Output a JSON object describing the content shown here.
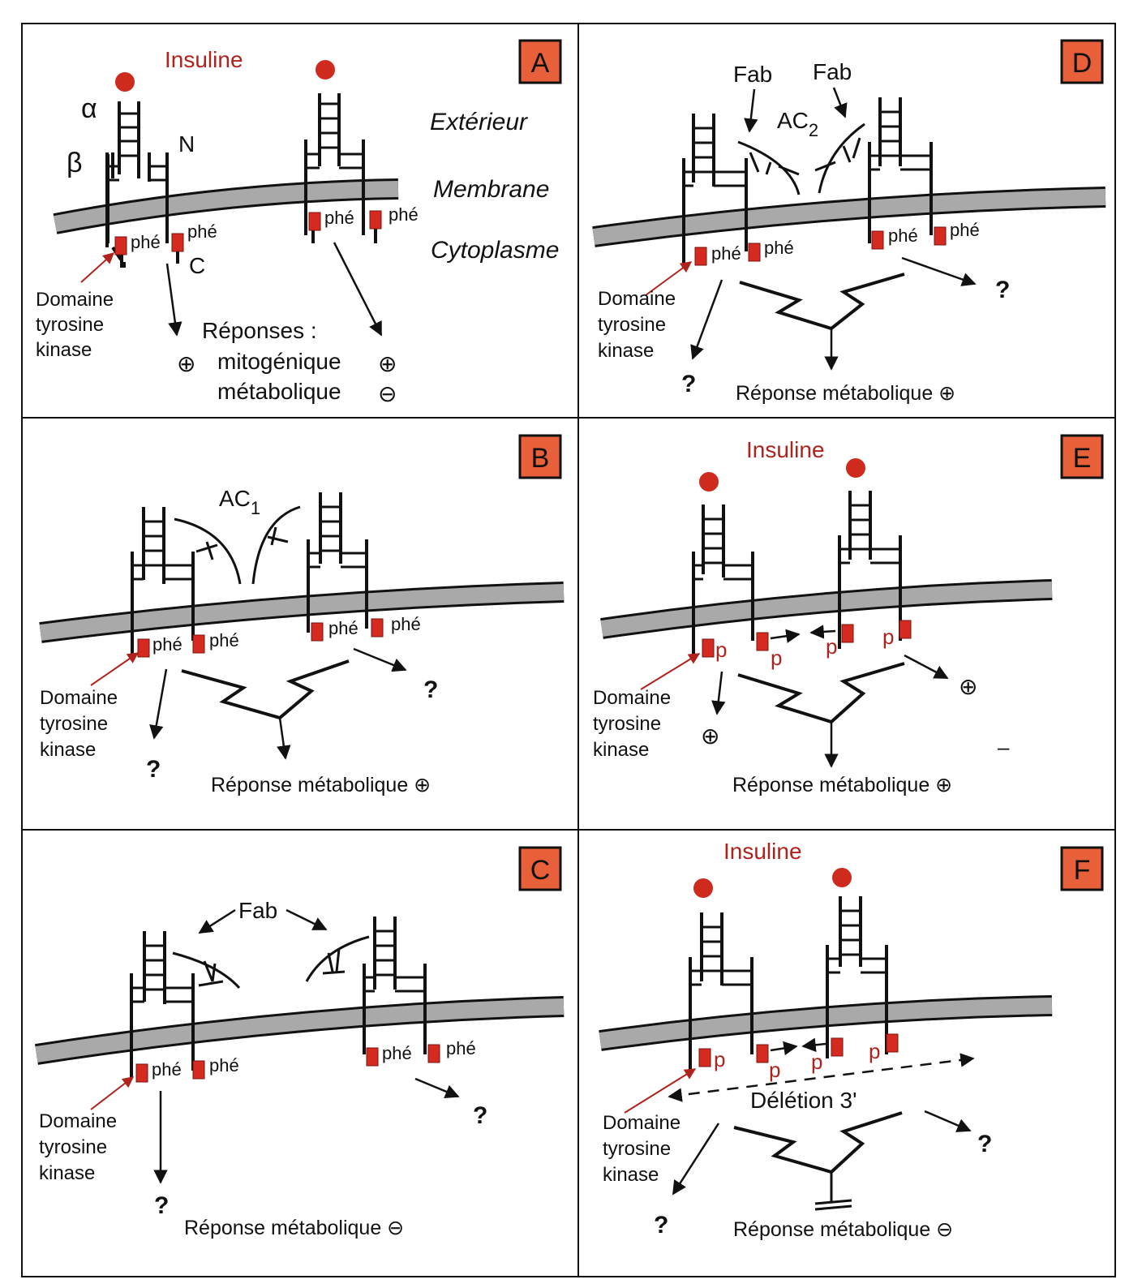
{
  "panels": {
    "A": {
      "badge": "A",
      "insuline": "Insuline",
      "alpha": "α",
      "beta": "β",
      "n_label": "N",
      "c_label": "C",
      "exterieur": "Extérieur",
      "membrane": "Membrane",
      "cytoplasme": "Cytoplasme",
      "phe": [
        "phé",
        "phé",
        "phé",
        "phé"
      ],
      "domaine": [
        "Domaine",
        "tyrosine",
        "kinase"
      ],
      "reponses": "Réponses :",
      "mitogenique": "mitogénique",
      "metabolique": "métabolique",
      "plus": "⊕",
      "minus": "⊖"
    },
    "B": {
      "badge": "B",
      "ac": "AC",
      "ac_sub": "1",
      "phe": [
        "phé",
        "phé",
        "phé",
        "phé"
      ],
      "domaine": [
        "Domaine",
        "tyrosine",
        "kinase"
      ],
      "q": "?",
      "reponse": "Réponse métabolique ⊕"
    },
    "C": {
      "badge": "C",
      "fab": "Fab",
      "phe": [
        "phé",
        "phé",
        "phé",
        "phé"
      ],
      "domaine": [
        "Domaine",
        "tyrosine",
        "kinase"
      ],
      "q": "?",
      "reponse": "Réponse métabolique ⊖"
    },
    "D": {
      "badge": "D",
      "fab": "Fab",
      "ac": "AC",
      "ac_sub": "2",
      "phe": [
        "phé",
        "phé",
        "phé",
        "phé"
      ],
      "domaine": [
        "Domaine",
        "tyrosine",
        "kinase"
      ],
      "q": "?",
      "reponse": "Réponse métabolique ⊕"
    },
    "E": {
      "badge": "E",
      "insuline": "Insuline",
      "p": "p",
      "domaine": [
        "Domaine",
        "tyrosine",
        "kinase"
      ],
      "plus": "⊕",
      "dash": "–",
      "reponse": "Réponse métabolique ⊕"
    },
    "F": {
      "badge": "F",
      "insuline": "Insuline",
      "p": "p",
      "deletion": "Délétion 3'",
      "domaine": [
        "Domaine",
        "tyrosine",
        "kinase"
      ],
      "q": "?",
      "reponse": "Réponse métabolique ⊖"
    }
  }
}
